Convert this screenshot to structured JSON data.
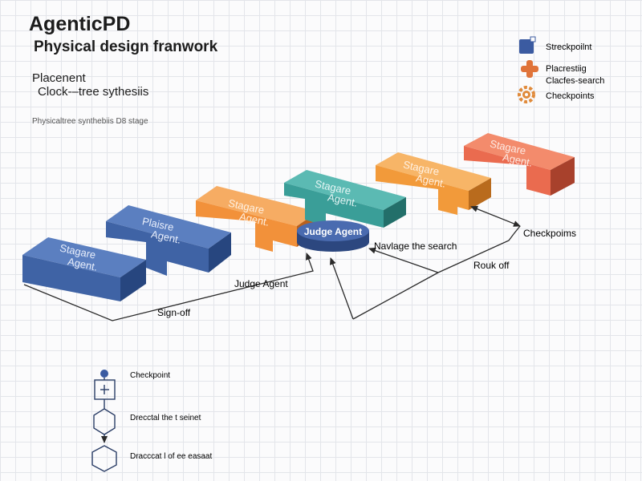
{
  "header": {
    "title": "AgenticPD",
    "subtitle": "Physical design franwork",
    "label_1": "Placenent",
    "label_2": "Clock-–tree sythesiis",
    "caption": "Physicaltree synthebiis D8 stage"
  },
  "legend": {
    "items": [
      {
        "icon": "square-icon",
        "label": "Streckpoilnt",
        "color": "#3b5ba1"
      },
      {
        "icon": "plus-cross-icon",
        "label_1": "Placrestiig",
        "label_2": "Clacfes-search",
        "color": "#e0743a"
      },
      {
        "icon": "gear-icon",
        "label": "Checkpoints",
        "color": "#e08a3a"
      }
    ]
  },
  "stages": [
    {
      "label_1": "Stagare",
      "label_2": "Agent.",
      "color": "#3f63a5"
    },
    {
      "label_1": "Plaisre",
      "label_2": "Agent.",
      "color": "#3f63a5"
    },
    {
      "label_1": "Stagare",
      "label_2": "Agent.",
      "color": "#f2913a"
    },
    {
      "label_1": "Stagare",
      "label_2": "Agent.",
      "color": "#3a9e98"
    },
    {
      "label_1": "Stagare",
      "label_2": "Agent.",
      "color": "#f29a3a"
    },
    {
      "label_1": "Stagare",
      "label_2": "Agent.",
      "color": "#ea6b4f"
    }
  ],
  "judge": {
    "label": "Judge Agent",
    "color": "#3c5aa0"
  },
  "flow_labels": {
    "navigate": "Navlage the search",
    "checkpoints": "Checkpoims",
    "rollback": "Rouk off",
    "judge_agent": "Judge Agent",
    "signoff": "Sign-off"
  },
  "bottom_legend": {
    "checkpoint": "Checkpoint",
    "item_2": "Drecctal the t seinet",
    "item_3": "Dracccаt l of еe easaat"
  }
}
